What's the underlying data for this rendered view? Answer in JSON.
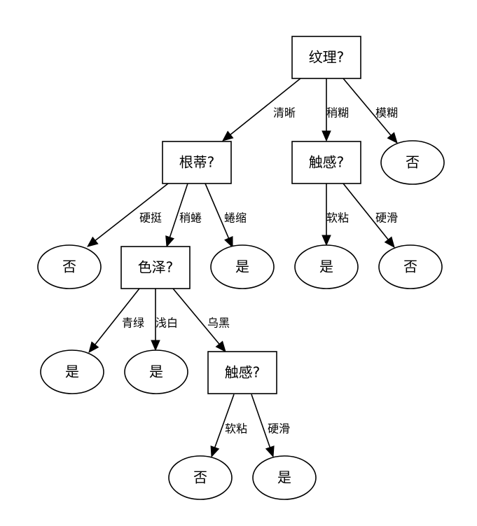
{
  "diagram": {
    "type": "decision-tree",
    "colors": {
      "stroke": "#000000",
      "fill": "#ffffff",
      "text": "#000000"
    },
    "nodes": [
      {
        "id": "n0",
        "label": "纹理?",
        "shape": "box"
      },
      {
        "id": "n1",
        "label": "根蒂?",
        "shape": "box"
      },
      {
        "id": "n2",
        "label": "触感?",
        "shape": "box"
      },
      {
        "id": "n3",
        "label": "否",
        "shape": "ellipse"
      },
      {
        "id": "n4",
        "label": "否",
        "shape": "ellipse"
      },
      {
        "id": "n5",
        "label": "色泽?",
        "shape": "box"
      },
      {
        "id": "n6",
        "label": "是",
        "shape": "ellipse"
      },
      {
        "id": "n7",
        "label": "是",
        "shape": "ellipse"
      },
      {
        "id": "n8",
        "label": "否",
        "shape": "ellipse"
      },
      {
        "id": "n9",
        "label": "是",
        "shape": "ellipse"
      },
      {
        "id": "n10",
        "label": "是",
        "shape": "ellipse"
      },
      {
        "id": "n11",
        "label": "触感?",
        "shape": "box"
      },
      {
        "id": "n12",
        "label": "否",
        "shape": "ellipse"
      },
      {
        "id": "n13",
        "label": "是",
        "shape": "ellipse"
      }
    ],
    "edges": [
      {
        "from": "n0",
        "to": "n1",
        "label": "清晰"
      },
      {
        "from": "n0",
        "to": "n2",
        "label": "稍糊"
      },
      {
        "from": "n0",
        "to": "n3",
        "label": "模糊"
      },
      {
        "from": "n1",
        "to": "n4",
        "label": "硬挺"
      },
      {
        "from": "n1",
        "to": "n5",
        "label": "稍蜷"
      },
      {
        "from": "n1",
        "to": "n6",
        "label": "蜷缩"
      },
      {
        "from": "n2",
        "to": "n7",
        "label": "软粘"
      },
      {
        "from": "n2",
        "to": "n8",
        "label": "硬滑"
      },
      {
        "from": "n5",
        "to": "n9",
        "label": "青绿"
      },
      {
        "from": "n5",
        "to": "n10",
        "label": "浅白"
      },
      {
        "from": "n5",
        "to": "n11",
        "label": "乌黑"
      },
      {
        "from": "n11",
        "to": "n12",
        "label": "软粘"
      },
      {
        "from": "n11",
        "to": "n13",
        "label": "硬滑"
      }
    ]
  }
}
